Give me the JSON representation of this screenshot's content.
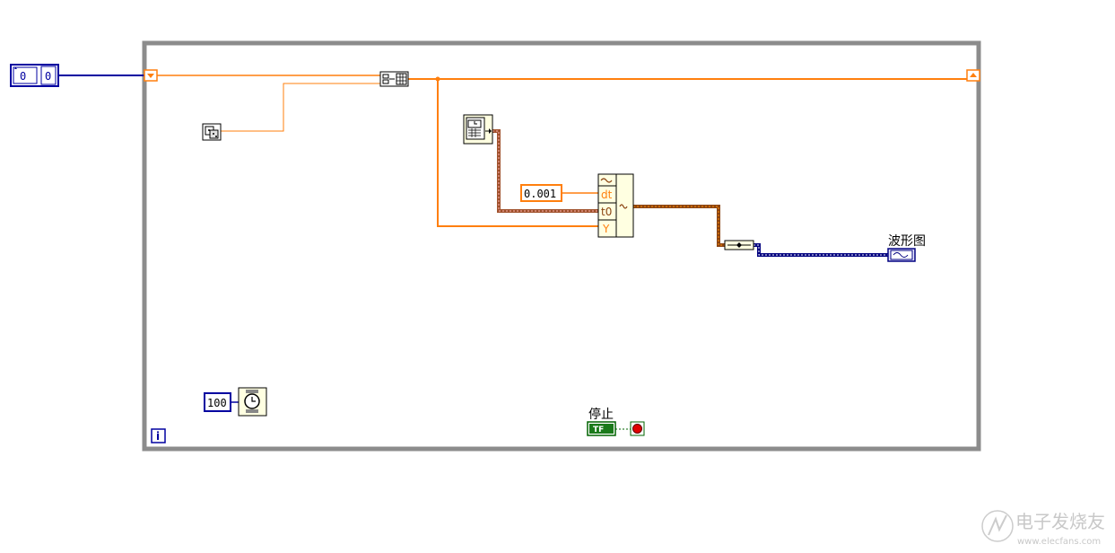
{
  "initial_array": {
    "index": "0",
    "value": "0"
  },
  "waveform_constant": {
    "dt": "0.001"
  },
  "build_waveform": {
    "terminals": [
      "dt",
      "t0",
      "Y"
    ]
  },
  "wait_ms": {
    "value": "100"
  },
  "waveform_graph": {
    "label": "波形图"
  },
  "stop_button": {
    "label": "停止",
    "value": "TF"
  },
  "loop": {
    "iteration_terminal": "i"
  },
  "watermark": {
    "text": "电子发烧友",
    "url": "www.elecfans.com"
  },
  "colors": {
    "frame": "#8c8c8c",
    "numeric_dbl": "#ff7f0e",
    "integer": "#0000a0",
    "waveform": "#8b4513",
    "boolean": "#006400",
    "node_fill": "#ffffe1"
  }
}
